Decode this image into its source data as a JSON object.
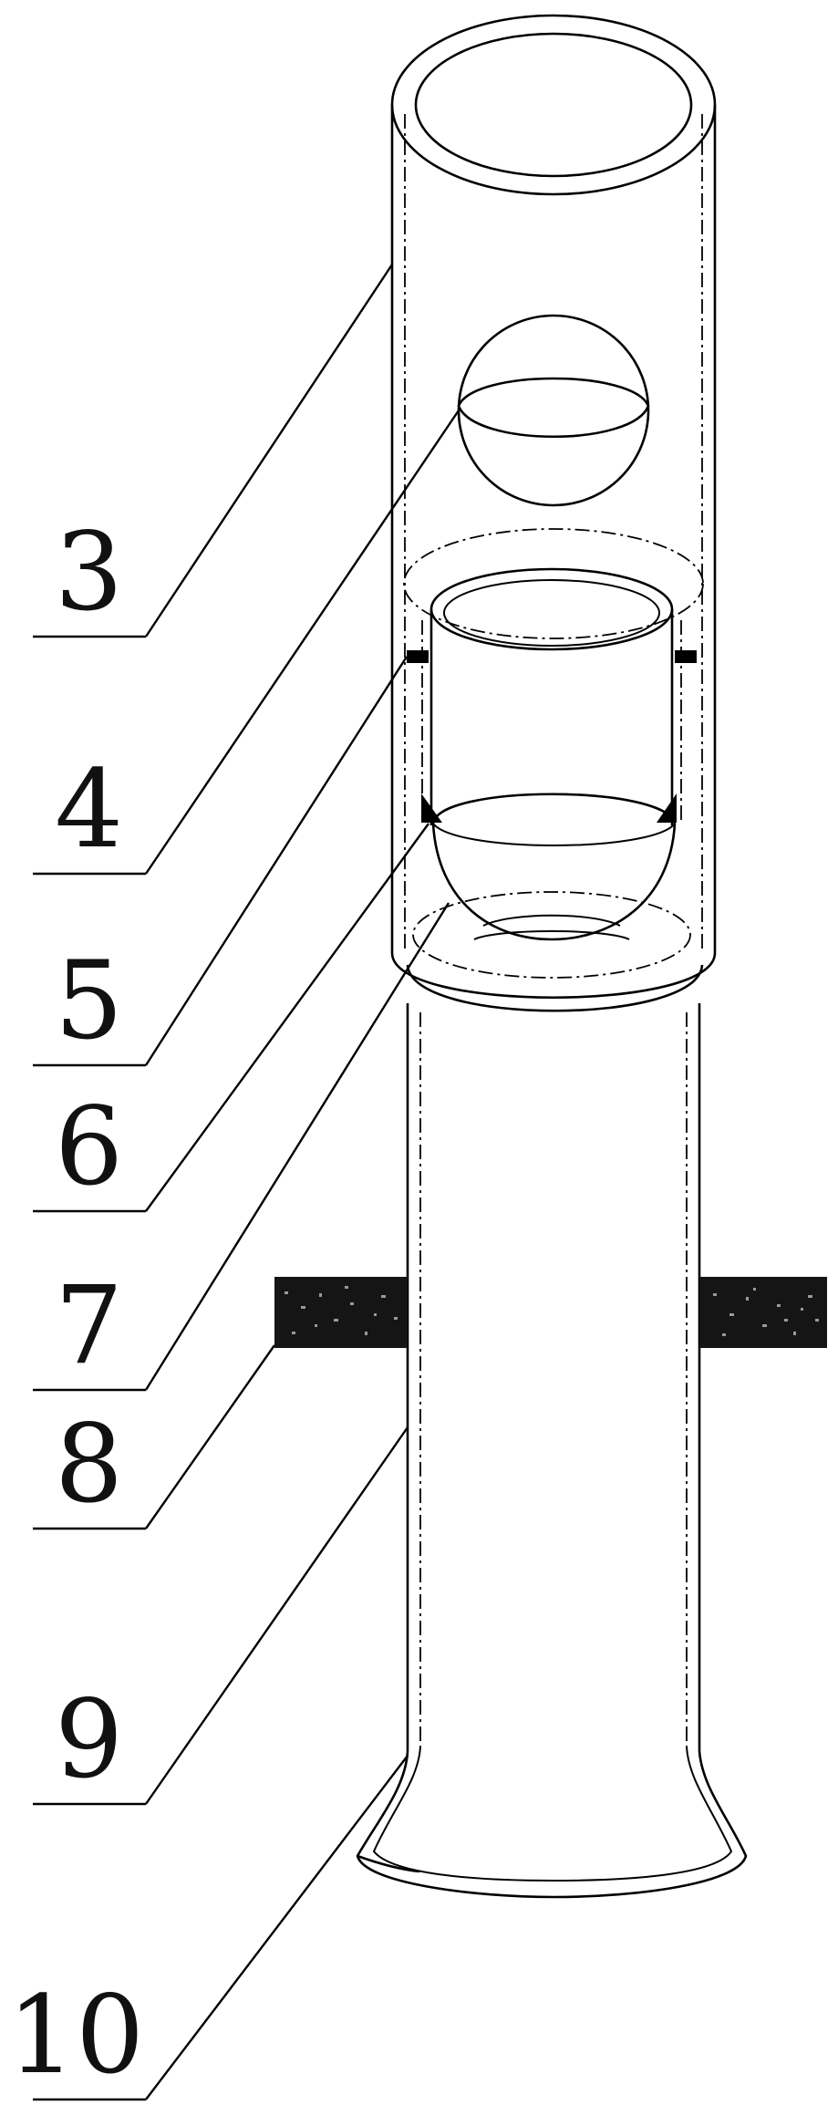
{
  "labels": {
    "l3": "3",
    "l4": "4",
    "l5": "5",
    "l6": "6",
    "l7": "7",
    "l8": "8",
    "l9": "9",
    "l10": "10"
  }
}
